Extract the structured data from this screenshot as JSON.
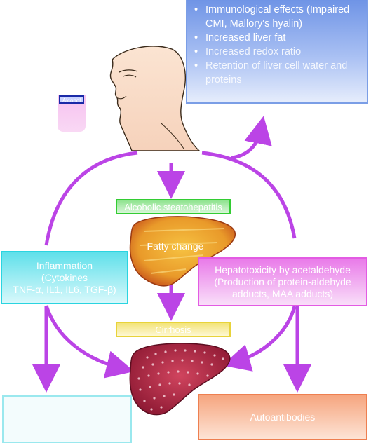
{
  "effects": {
    "items": [
      "Immunological effects (Impaired CMI, Mallory's hyalin)",
      "Increased liver fat",
      "Increased redox ratio",
      "Retention of liver cell water and proteins"
    ]
  },
  "alcohol_label": "Alcohol",
  "alc_box": "Alcoholic steatohepatitis",
  "fatty_label": "Fatty change",
  "cirrhosis_box": "Cirrhosis",
  "inflammation": {
    "line1": "Inflammation",
    "line2": "(Cytokines",
    "line3": "TNF-α, IL1, IL6, TGF-β)"
  },
  "hepatotoxicity": {
    "line1": "Hepatotoxicity by acetaldehyde",
    "line2": "(Production of protein-aldehyde",
    "line3": "adducts, MAA adducts)"
  },
  "autoantibodies": "Autoantibodies",
  "colors": {
    "arrow": "#bb44e6",
    "effects_border": "#7b9ee6",
    "inflammation_border": "#2ad4e0",
    "hepatotoxicity_border": "#e35be3",
    "autoantibodies_border": "#ee7f50"
  }
}
